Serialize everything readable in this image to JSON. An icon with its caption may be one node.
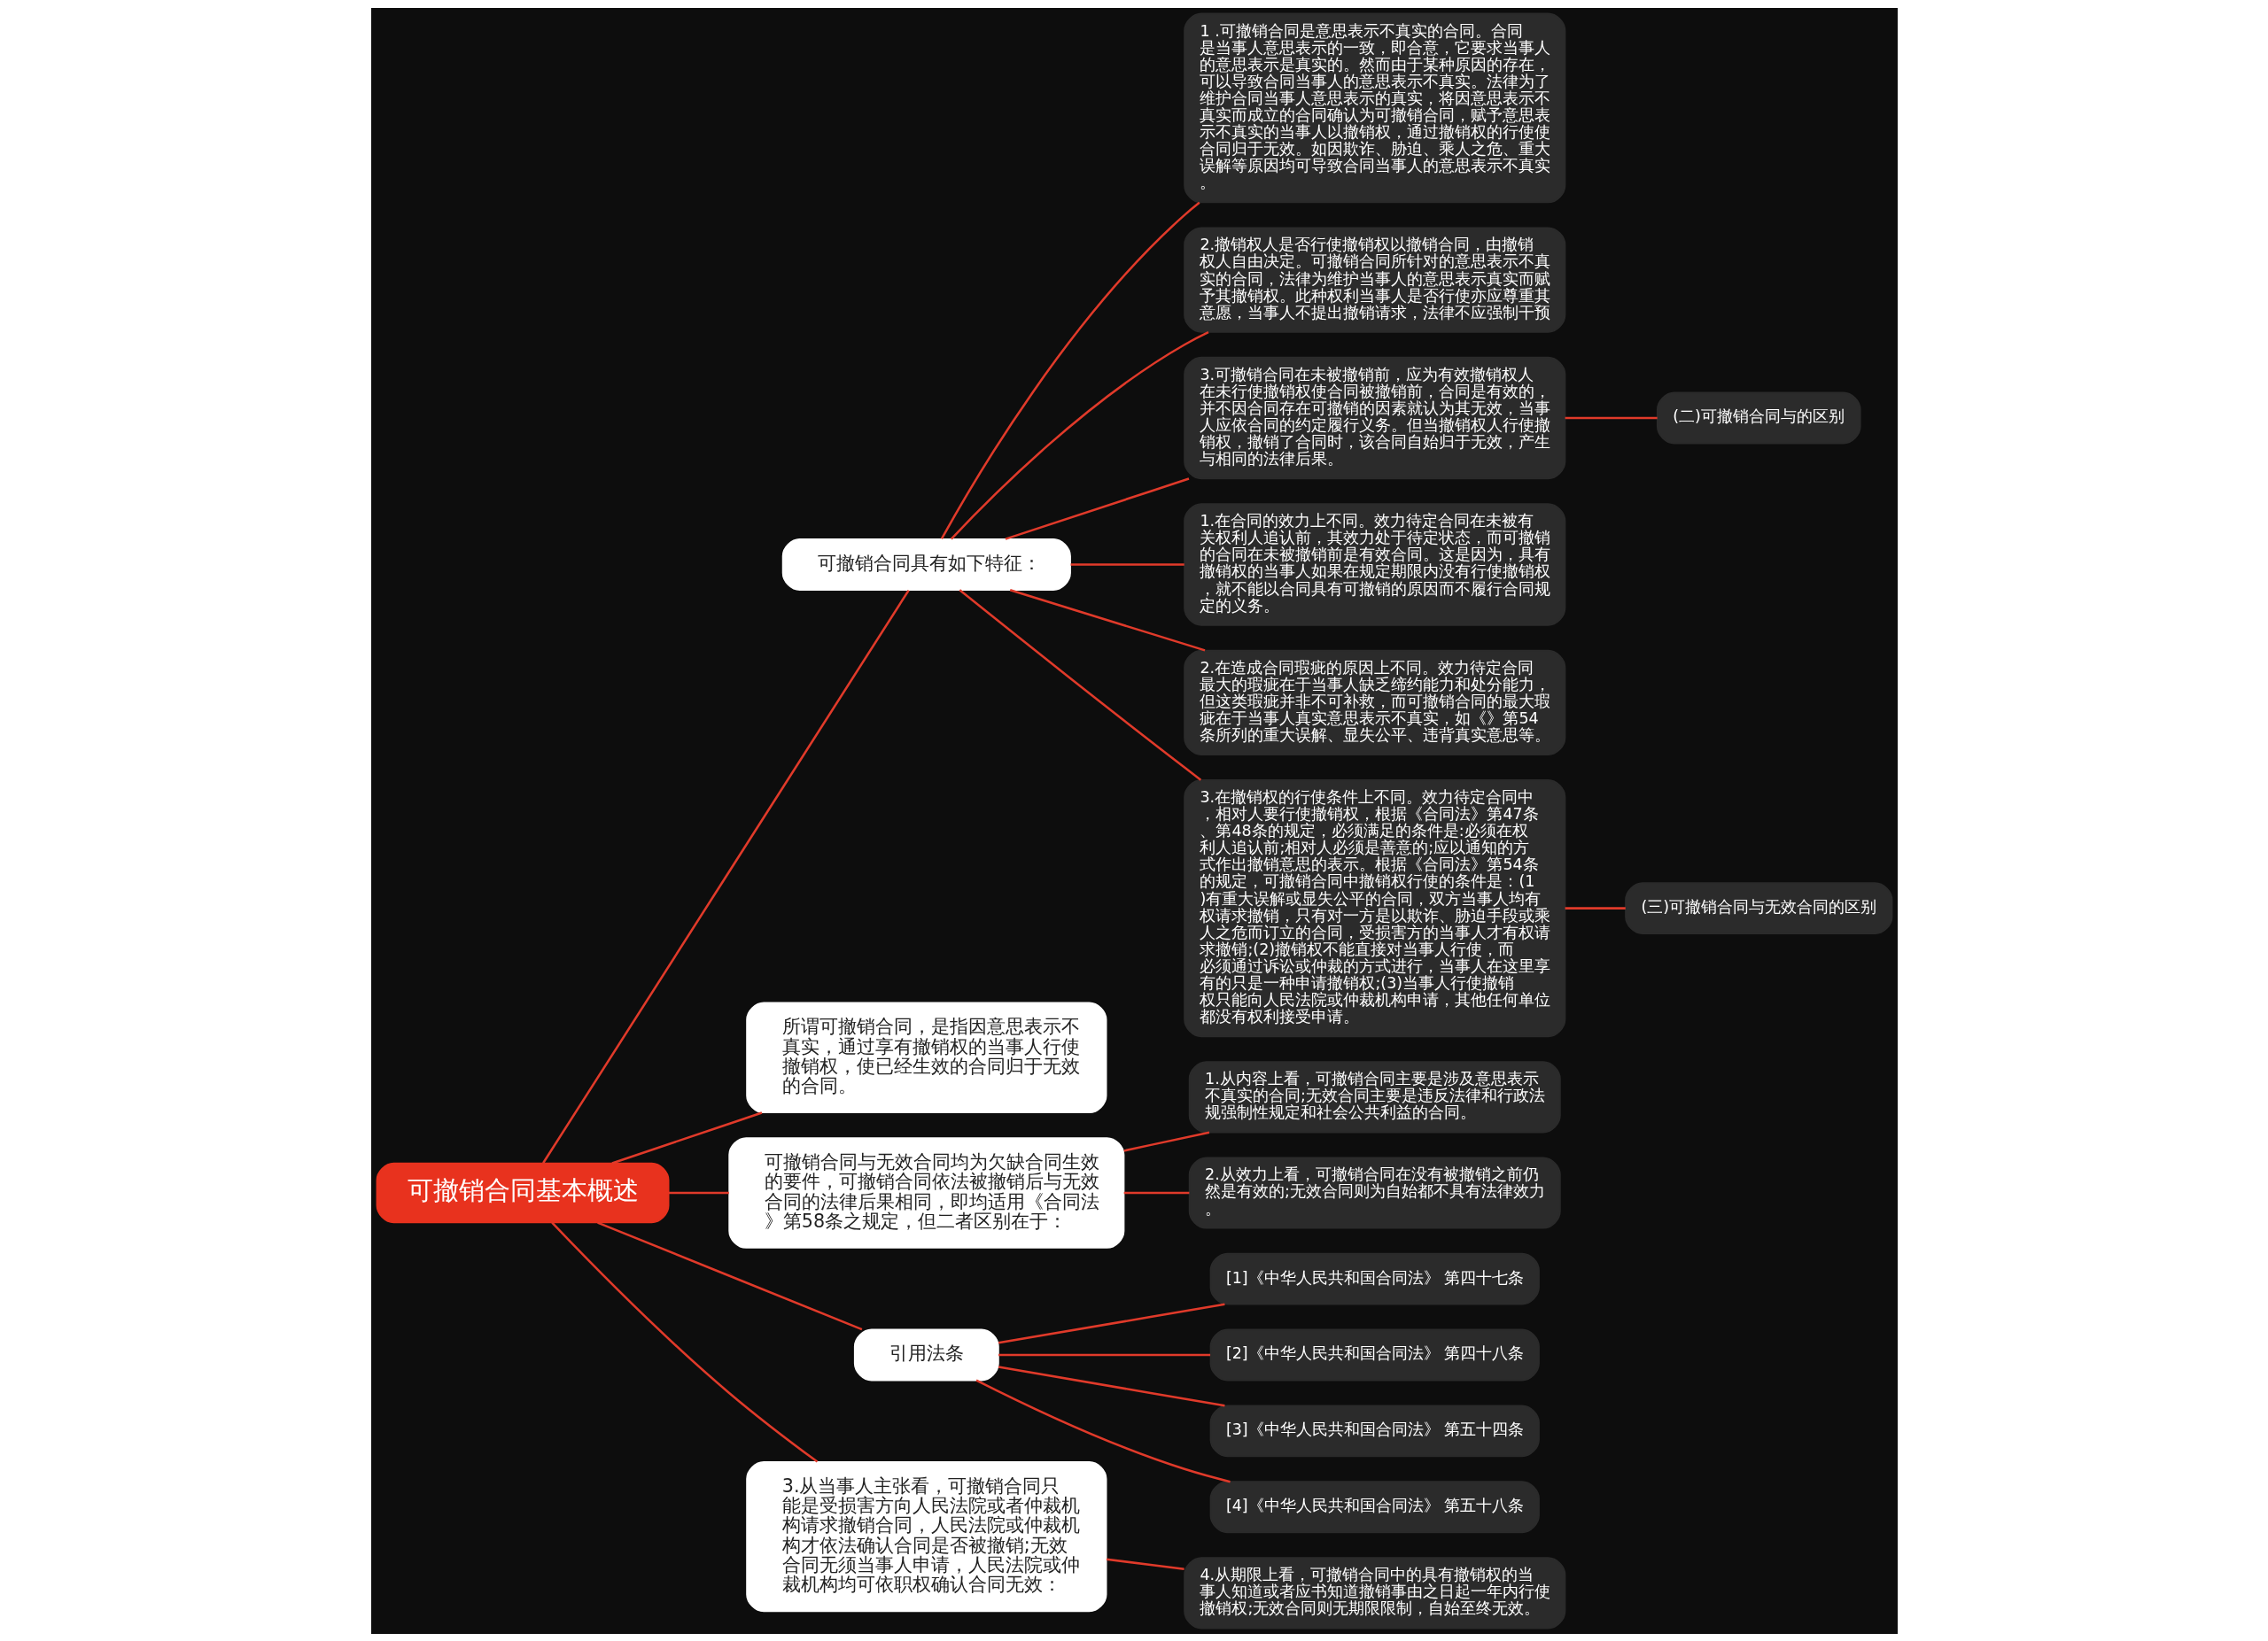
{
  "diagram": {
    "nodes": [
      {
        "text": [
          "可撤销合同基本概述"
        ]
      },
      {
        "text": [
          "可撤销合同具有如下特征："
        ]
      },
      {
        "text": [
          "1 .可撤销合同是意思表示不真实的合同。合同是当事人意思表示的一致，即合意，它要求当事人的意思表示是真实的。然而由于某种原因的存在，可以导致合同当事人的意思表示不真实。法律为了维护合同当事人意思表示的真实，将因意思表示不真实而成立的合同确认为可撤销合同，赋予意思表示不真实的当事人以撤销权，通过撤销权的行使使合同归于无效。如因欺诈、胁迫、乘人之危、重大误解等原因均可导致合同当事人的意思表示不真实。"
        ]
      },
      {
        "text": [
          "2.撤销权人是否行使撤销权以撤销合同，由撤销权人自由决定。可撤销合同所针对的意思表示不真实的合同，法律为维护当事人的意思表示真实而赋予其撤销权。此种权利当事人是否行使亦应尊重其意愿，当事人不提出撤销请求，法律不应强制干预"
        ]
      },
      {
        "text": [
          "3.可撤销合同在未被撤销前，应为有效撤销权人在未行使撤销权使合同被撤销前，合同是有效的，并不因合同存在可撤销的因素就认为其无效，当事人应依合同的约定履行义务。但当撤销权人行使撤销权，撤销了合同时，该合同自始归于无效，产生与相同的法律后果。"
        ]
      },
      {
        "text": [
          "1.在合同的效力上不同。效力待定合同在未被有关权利人追认前，其效力处于待定状态，而可撤销的合同在未被撤销前是有效合同。这是因为，具有撤销权的当事人如果在规定期限内没有行使撤销权，就不能以合同具有可撤销的原因而不履行合同规定的义务。"
        ]
      },
      {
        "text": [
          "2.在造成合同瑕疵的原因上不同。效力待定合同最大的瑕疵在于当事人缺乏缔约能力和处分能力，但这类瑕疵并非不可补救，而可撤销合同的最大瑕疵在于当事人真实意思表示不真实，如《》第54条所列的重大误解、显失公平、违背真实意思等。"
        ]
      },
      {
        "text": [
          "3.在撤销权的行使条件上不同。效力待定合同中，相对人要行使撤销权，根据《合同法》第47条、第48条的规定，必须满足的条件是:必须在权利人追认前;相对人必须是善意的;应以通知的方式作出撤销意思的表示。根据《合同法》第54条的规定，可撤销合同中撤销权行使的条件是：(1)有重大误解或显失公平的合同，双方当事人均有权请求撤销，只有对一方是以欺诈、胁迫手段或乘人之危而订立的合同，受损害方的当事人才有权请求撤销;(2)撤销权不能直接对当事人行使，而必须通过诉讼或仲裁的方式进行，当事人在这里享有的只是一种申请撤销权;(3)当事人行使撤销权只能向人民法院或仲裁机构申请，其他任何单位都没有权利接受申请。"
        ]
      },
      {
        "text": [
          "(二)可撤销合同与的区别"
        ]
      },
      {
        "text": [
          "(三)可撤销合同与无效合同的区别"
        ]
      },
      {
        "text": [
          "所谓可撤销合同，是指因意思表示不真实，通过享有撤销权的当事人行使撤销权，使已经生效的合同归于无效的合同。"
        ]
      },
      {
        "text": [
          "可撤销合同与无效合同均为欠缺合同生效的要件，可撤销合同依法被撤销后与无效合同的法律后果相同，即均适用《合同法》第58条之规定，但二者区别在于："
        ]
      },
      {
        "text": [
          "1.从内容上看，可撤销合同主要是涉及意思表示不真实的合同;无效合同主要是违反法律和行政法规强制性规定和社会公共利益的合同。"
        ]
      },
      {
        "text": [
          "2.从效力上看，可撤销合同在没有被撤销之前仍然是有效的;无效合同则为自始都不具有法律效力。"
        ]
      },
      {
        "text": [
          "引用法条"
        ]
      },
      {
        "text": [
          "[1]《中华人民共和国合同法》 第四十七条"
        ]
      },
      {
        "text": [
          "[2]《中华人民共和国合同法》 第四十八条"
        ]
      },
      {
        "text": [
          "[3]《中华人民共和国合同法》 第五十四条"
        ]
      },
      {
        "text": [
          "[4]《中华人民共和国合同法》 第五十八条"
        ]
      },
      {
        "text": [
          "3.从当事人主张看，可撤销合同只能是受损害方向人民法院或者仲裁机构请求撤销合同，人民法院或仲裁机构才依法确认合同是否被撤销;无效合同无须当事人申请，人民法院或仲裁机构均可依职权确认合同无效："
        ]
      },
      {
        "text": [
          "4.从期限上看，可撤销合同中的具有撤销权的当事人知道或者应书知道撤销事由之日起一年内行使撤销权;无效合同则无期限限制，自始至终无效。"
        ]
      }
    ],
    "edges": [
      {
        "from": 0,
        "to": 1,
        "arrow": "none"
      },
      {
        "from": 1,
        "to": 2,
        "arrow": "none"
      },
      {
        "from": 1,
        "to": 3,
        "arrow": "none"
      },
      {
        "from": 1,
        "to": 4,
        "arrow": "none"
      },
      {
        "from": 1,
        "to": 5,
        "arrow": "none"
      },
      {
        "from": 1,
        "to": 6,
        "arrow": "none"
      },
      {
        "from": 1,
        "to": 7,
        "arrow": "none"
      },
      {
        "from": 4,
        "to": 8,
        "arrow": "none"
      },
      {
        "from": 7,
        "to": 9,
        "arrow": "none"
      },
      {
        "from": 0,
        "to": 10,
        "arrow": "none"
      },
      {
        "from": 0,
        "to": 11,
        "arrow": "none"
      },
      {
        "from": 11,
        "to": 12,
        "arrow": "none"
      },
      {
        "from": 11,
        "to": 13,
        "arrow": "none"
      },
      {
        "from": 0,
        "to": 14,
        "arrow": "none"
      },
      {
        "from": 14,
        "to": 15,
        "arrow": "none"
      },
      {
        "from": 14,
        "to": 16,
        "arrow": "none"
      },
      {
        "from": 14,
        "to": 17,
        "arrow": "none"
      },
      {
        "from": 14,
        "to": 18,
        "arrow": "none"
      },
      {
        "from": 0,
        "to": 19,
        "arrow": "none"
      },
      {
        "from": 19,
        "to": 20,
        "arrow": "none"
      }
    ]
  }
}
